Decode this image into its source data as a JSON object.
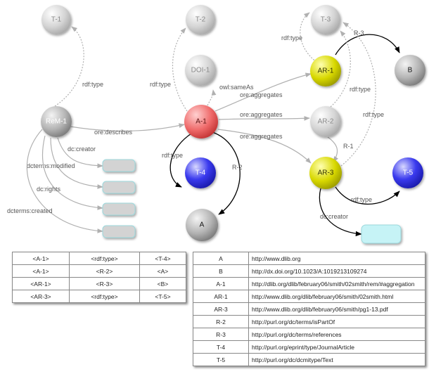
{
  "nodes": {
    "T1": "T-1",
    "T2": "T-2",
    "T3": "T-3",
    "DOI1": "DOI-1",
    "REM1": "ReM-1",
    "A1": "A-1",
    "AR1": "AR-1",
    "AR2": "AR-2",
    "AR3": "AR-3",
    "B": "B",
    "T4": "T-4",
    "T5": "T-5",
    "A": "A"
  },
  "edges": {
    "rem_rdftype": "rdf:type",
    "rem_describes": "ore:describes",
    "rem_creator": "dc:creator",
    "rem_modified": "dcterms:modified",
    "rem_rights": "dc:rights",
    "rem_created": "dcterms:created",
    "a1_rdftype_t2": "rdf:type",
    "a1_sameas": "owl:sameAs",
    "a1_agg1": "ore:aggregates",
    "a1_agg2": "ore:aggregates",
    "a1_agg3": "ore:aggregates",
    "a1_rdftype_t4": "rdf:type",
    "a1_r2": "R-2",
    "ar1_rdftype": "rdf:type",
    "ar1_r3": "R-3",
    "ar2_rdftype": "rdf:type",
    "ar2_r1": "R-1",
    "ar3_rdftype": "rdf:type",
    "ar3_creator": "dc:creator",
    "ar3_rdftype_t3": "rdf:type"
  },
  "colors": {
    "gray_node": "#cfcfcf",
    "red_node": "#ee5a5a",
    "yellow_node": "#d6d600",
    "blue_node": "#2f2fe6",
    "literal_box": "#c6f3f6",
    "dotted_edge": "#b0b0b0",
    "solid_edge": "#000000"
  },
  "triples": [
    [
      "<A-1>",
      "<rdf:type>",
      "<T-4>"
    ],
    [
      "<A-1>",
      "<R-2>",
      "<A>"
    ],
    [
      "<AR-1>",
      "<R-3>",
      "<B>"
    ],
    [
      "<AR-3>",
      "<rdf:type>",
      "<T-5>"
    ]
  ],
  "prefixes": [
    [
      "A",
      "http://www.dlib.org"
    ],
    [
      "B",
      "http://dx.doi.org/10.1023/A:1019213109274"
    ],
    [
      "A-1",
      "http://dlib.org/dlib/february06/smith/02smith/rem/#aggregation"
    ],
    [
      "AR-1",
      "http://www.dlib.org/dlib/february06/smith/02smith.html"
    ],
    [
      "AR-3",
      "http://www.dlib.org/dlib/february06/smith/pg1-13.pdf"
    ],
    [
      "R-2",
      "http://purl.org/dc/terms/isPartOf"
    ],
    [
      "R-3",
      "http://purl.org/dc/terms/references"
    ],
    [
      "T-4",
      "http://purl.org/eprint/type/JournalArticle"
    ],
    [
      "T-5",
      "http://purl.org/dc/dcmitype/Text"
    ]
  ]
}
